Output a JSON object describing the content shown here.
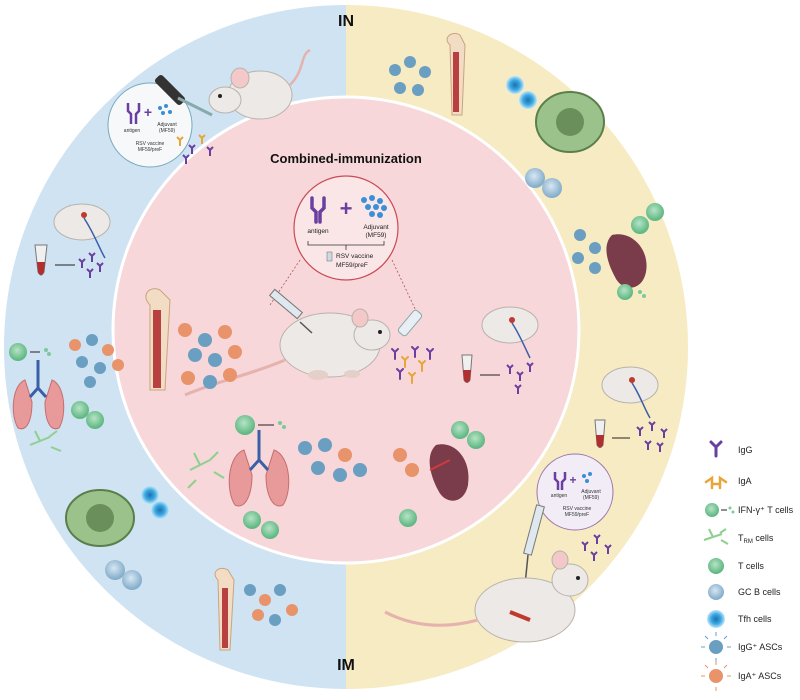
{
  "labels": {
    "in": "IN",
    "im": "IM",
    "center_title": "Combined-immunization"
  },
  "formula": {
    "antigen": "antigen",
    "adjuvant": "Adjuvant",
    "adjuvant_sub": "(MF59)",
    "vaccine1": "RSV vaccine",
    "vaccine2": "MF59/preF"
  },
  "legend": {
    "igg": "IgG",
    "iga": "IgA",
    "ifn": "IFN-γ⁺ T cells",
    "trm": "T",
    "trm_sub": "RM",
    "trm_suffix": " cells",
    "tcells": "T cells",
    "gcb": "GC B cells",
    "tfh": "Tfh cells",
    "iggasc": "IgG⁺ ASCs",
    "igaasc": "IgA⁺ ASCs"
  },
  "colors": {
    "in_bg": "#cfe3f3",
    "im_bg": "#f6ebc3",
    "center_bg": "#f7d7d9",
    "igg": "#6b3fa0",
    "iga": "#e8a53a",
    "tcell": "#7cc99a",
    "gcb": "#8fb6d6",
    "tfh": "#3aa8e0",
    "iggasc": "#6a9fc2",
    "igaasc": "#e8936a"
  }
}
